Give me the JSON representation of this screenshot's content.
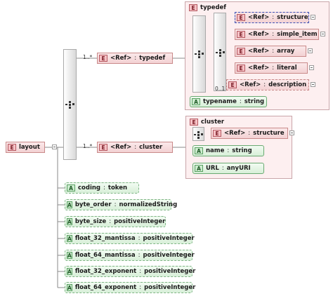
{
  "root": {
    "badge": "E",
    "name": "layout"
  },
  "ref_label": "<Ref>",
  "separator": ":",
  "cardinality": {
    "typedef": "1..*",
    "cluster": "1..*",
    "description": "0..1"
  },
  "typedef_panel": {
    "badge": "E",
    "title": "typedef",
    "children": [
      {
        "badge": "E",
        "type": "structure"
      },
      {
        "badge": "E",
        "type": "simple_item"
      },
      {
        "badge": "E",
        "type": "array"
      },
      {
        "badge": "E",
        "type": "literal"
      },
      {
        "badge": "E",
        "type": "description"
      }
    ],
    "attribute": {
      "badge": "A",
      "name": "typename",
      "type": "string"
    }
  },
  "typedef_ref": {
    "badge": "E",
    "type": "typedef"
  },
  "cluster_ref": {
    "badge": "E",
    "type": "cluster"
  },
  "cluster_panel": {
    "badge": "E",
    "title": "cluster",
    "child": {
      "badge": "E",
      "type": "structure"
    },
    "attributes": [
      {
        "badge": "A",
        "name": "name",
        "type": "string"
      },
      {
        "badge": "A",
        "name": "URL",
        "type": "anyURI"
      }
    ]
  },
  "layout_attributes": [
    {
      "badge": "A",
      "name": "coding",
      "type": "token"
    },
    {
      "badge": "A",
      "name": "byte_order",
      "type": "normalizedString"
    },
    {
      "badge": "A",
      "name": "byte_size",
      "type": "positiveInteger"
    },
    {
      "badge": "A",
      "name": "float_32_mantissa",
      "type": "positiveInteger"
    },
    {
      "badge": "A",
      "name": "float_64_mantissa",
      "type": "positiveInteger"
    },
    {
      "badge": "A",
      "name": "float_32_exponent",
      "type": "positiveInteger"
    },
    {
      "badge": "A",
      "name": "float_64_exponent",
      "type": "positiveInteger"
    }
  ]
}
